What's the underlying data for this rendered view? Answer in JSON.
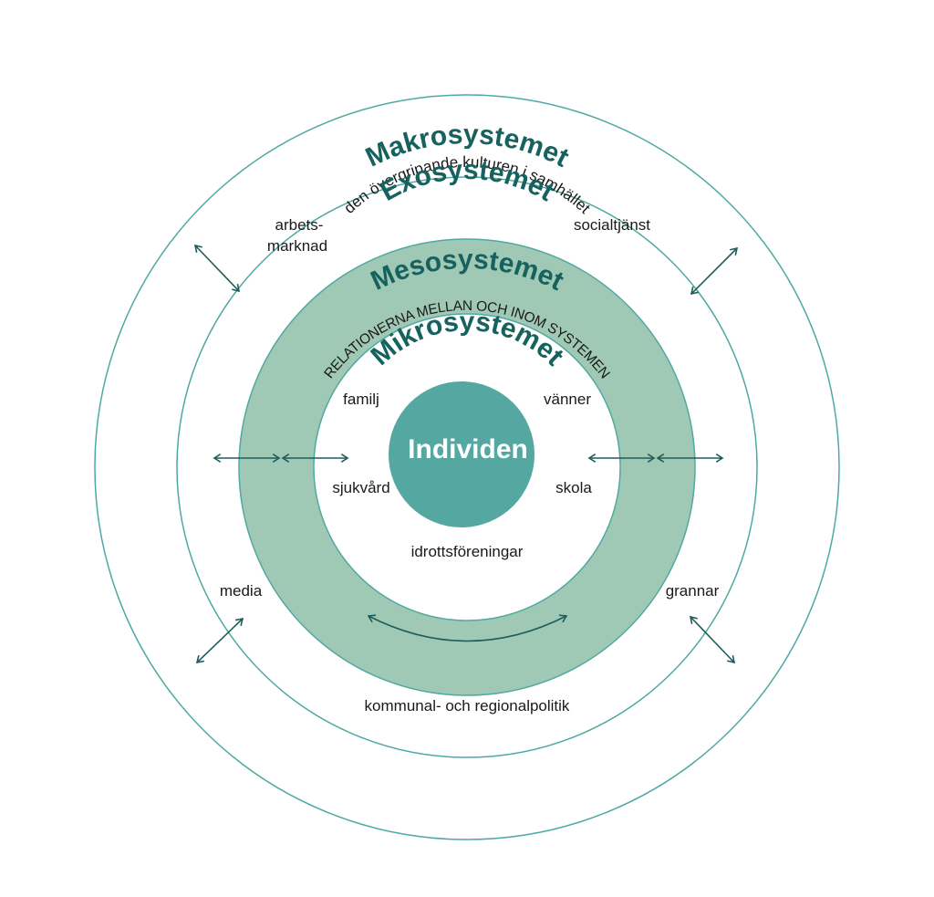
{
  "colors": {
    "title": "#17625f",
    "ring_line": "#4fa9a3",
    "meso_fill": "#a0c9b5",
    "center_fill": "#55a8a1",
    "arrow": "#1f5d5b"
  },
  "rings": {
    "makro": {
      "title": "Makrosystemet",
      "subtitle": "den övergripande kulturen i samhället"
    },
    "exo": {
      "title": "Exosystemet"
    },
    "meso": {
      "title": "Mesosystemet",
      "subtitle": "RELATIONERNA MELLAN OCH INOM SYSTEMEN"
    },
    "mikro": {
      "title": "Mikrosystemet"
    }
  },
  "center": {
    "label": "Individen"
  },
  "mikro_items": {
    "familj": "familj",
    "vanner": "vänner",
    "sjukvard": "sjukvård",
    "skola": "skola",
    "idrott": "idrottsföreningar"
  },
  "exo_items": {
    "arbets_line1": "arbets-",
    "arbets_line2": "marknad",
    "socialtjanst": "socialtjänst",
    "media": "media",
    "grannar": "grannar",
    "kommunal": "kommunal- och regionalpolitik"
  }
}
